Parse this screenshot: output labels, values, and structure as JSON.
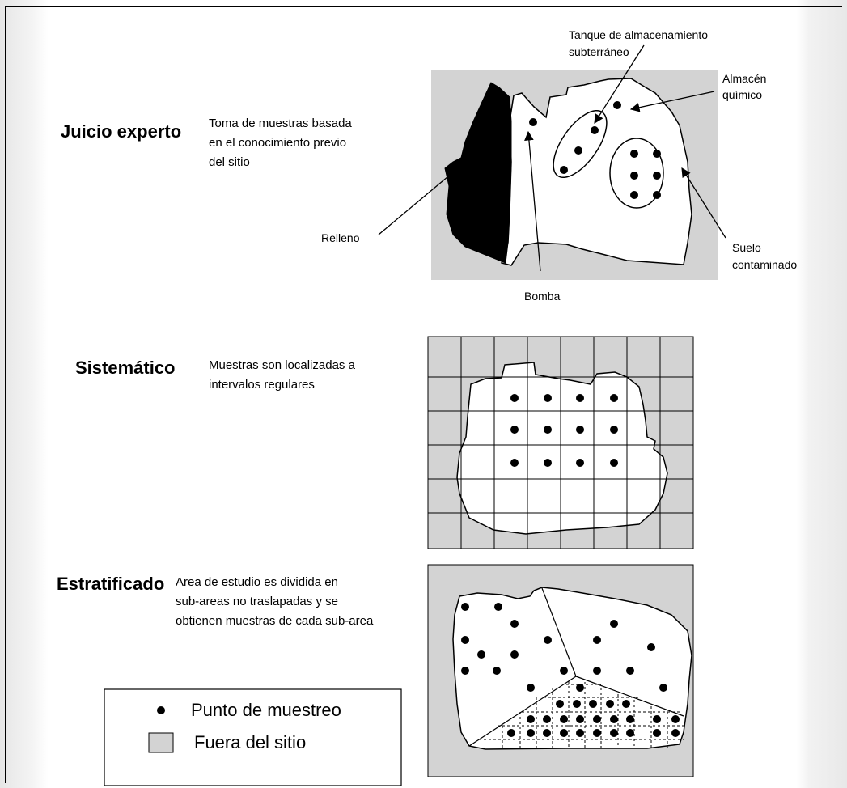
{
  "sections": {
    "expert": {
      "title": "Juicio experto",
      "desc_lines": [
        "Toma de muestras basada",
        "en el conocimiento previo",
        "del sitio"
      ]
    },
    "systematic": {
      "title": "Sistemático",
      "desc_lines": [
        "Muestras son localizadas a",
        "intervalos regulares"
      ]
    },
    "stratified": {
      "title": "Estratificado",
      "desc_lines": [
        "Area de estudio es dividida en",
        "sub-areas no traslapadas y se",
        "obtienen muestras de cada sub-area"
      ]
    }
  },
  "labels": {
    "tank": [
      "Tanque de almacenamiento",
      "subterráneo"
    ],
    "chem": [
      "Almacén",
      "químico"
    ],
    "fill": "Relleno",
    "pump": "Bomba",
    "soil": [
      "Suelo",
      "contaminado"
    ]
  },
  "legend": {
    "sample_point": "Punto de muestreo",
    "off_site": "Fuera del sitio"
  },
  "colors": {
    "off_site_fill": "#d3d3d3",
    "ink": "#000000",
    "site_fill": "#ffffff"
  }
}
